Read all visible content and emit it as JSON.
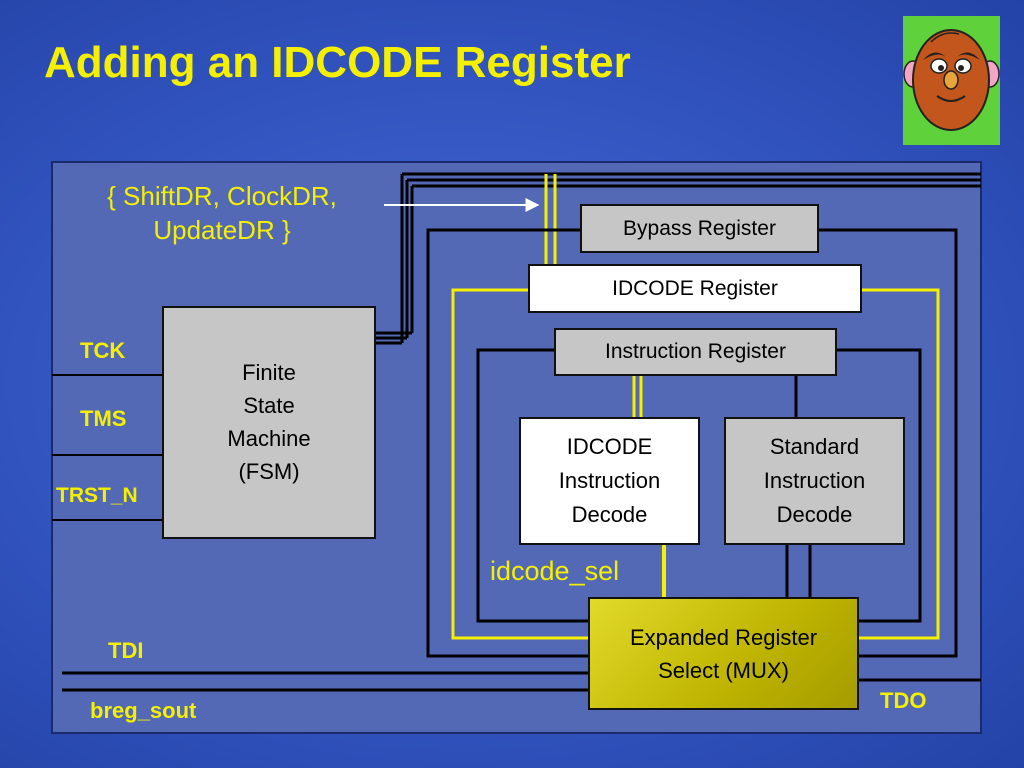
{
  "slide": {
    "title": "Adding an IDCODE Register"
  },
  "mascot": {
    "icon": "potato-head-mascot-icon",
    "background": "#5fd13a"
  },
  "colors": {
    "title": "#f5f000",
    "signal": "#f5f000",
    "wire": "#111111",
    "panel": "#5469b5",
    "gray_box": "#c6c6c6",
    "mux": "#c8c000"
  },
  "diagram": {
    "bus_label_line1": "{ ShiftDR, ClockDR,",
    "bus_label_line2": "UpdateDR }",
    "bypass": "Bypass Register",
    "idcode_register": "IDCODE Register",
    "instruction_register": "Instruction Register",
    "fsm_line1": "Finite",
    "fsm_line2": "State",
    "fsm_line3": "Machine",
    "fsm_line4": "(FSM)",
    "idcode_decode_line1": "IDCODE",
    "idcode_decode_line2": "Instruction",
    "idcode_decode_line3": "Decode",
    "std_decode_line1": "Standard",
    "std_decode_line2": "Instruction",
    "std_decode_line3": "Decode",
    "mux_line1": "Expanded Register",
    "mux_line2": "Select (MUX)",
    "idcode_sel": "idcode_sel",
    "tck": "TCK",
    "tms": "TMS",
    "trst_n": "TRST_N",
    "tdi": "TDI",
    "breg_sout": "breg_sout",
    "tdo": "TDO"
  }
}
